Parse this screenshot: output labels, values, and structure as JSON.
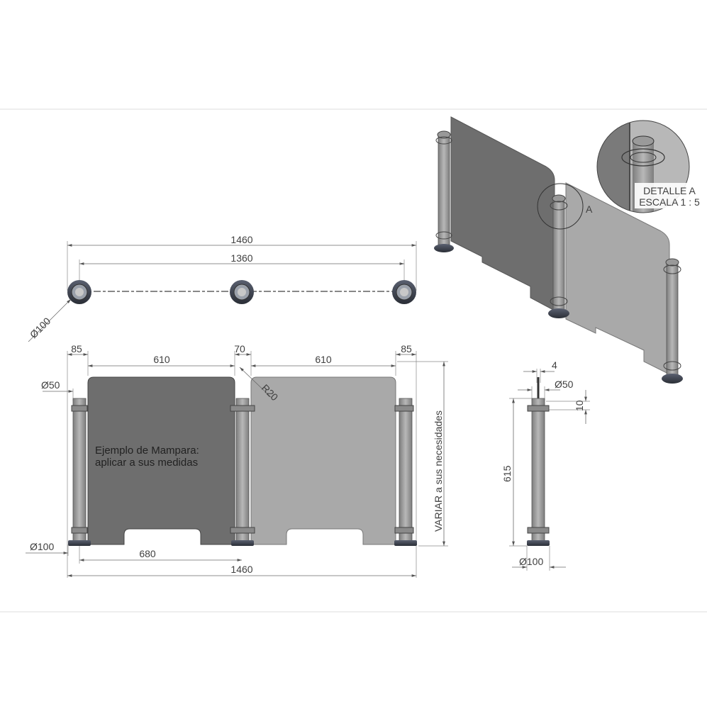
{
  "top_view": {
    "overall_width": "1460",
    "post_spacing": "1360",
    "base_diameter": "Ø100"
  },
  "front_view": {
    "end_offset_left": "85",
    "panel_width_left": "610",
    "gap_center": "70",
    "panel_width_right": "610",
    "end_offset_right": "85",
    "post_diameter": "Ø50",
    "corner_radius": "R20",
    "base_diameter": "Ø100",
    "cutout_width": "680",
    "overall_width": "1460",
    "height_note": "VARIAR a sus necesidades",
    "example_note_line1": "Ejemplo de Mampara:",
    "example_note_line2": "aplicar a sus medidas"
  },
  "side_view": {
    "panel_thickness": "4",
    "post_diameter": "Ø50",
    "clamp_height": "10",
    "post_height": "615",
    "base_diameter": "Ø100"
  },
  "detail": {
    "callout_letter": "A",
    "title": "DETALLE A",
    "scale": "ESCALA 1 : 5"
  },
  "colors": {
    "panel_dark": "#6e6e6e",
    "panel_light": "#a9a9a9",
    "post": "#9a9a9a",
    "base": "#3a3f4a",
    "dimension": "#555555"
  }
}
